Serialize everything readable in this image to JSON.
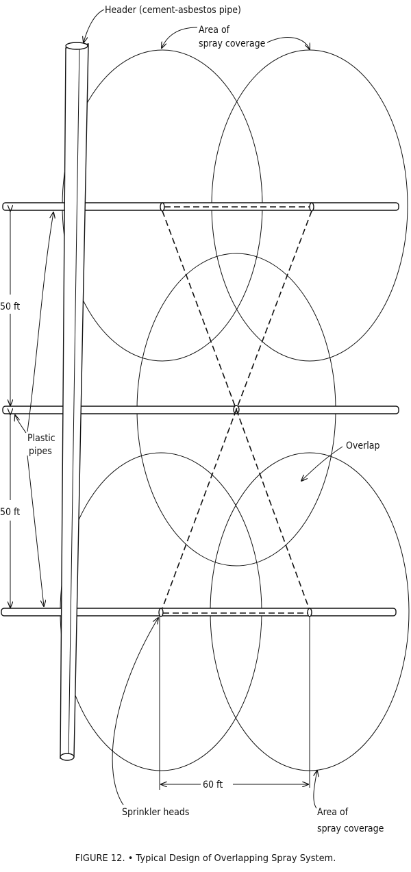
{
  "labels": {
    "header": "Header (cement-asbestos pipe)",
    "coverage_top_1": "Area of",
    "coverage_top_2": "spray coverage",
    "spacing_1": "50 ft",
    "spacing_2": "50 ft",
    "plastic_1": "Plastic",
    "plastic_2": "pipes",
    "overlap": "Overlap",
    "head_spacing": "60 ft",
    "sprinkler_heads": "Sprinkler heads",
    "coverage_bottom_1": "Area of",
    "coverage_bottom_2": "spray coverage"
  },
  "caption": "FIGURE 12. • Typical Design of Overlapping Spray System."
}
